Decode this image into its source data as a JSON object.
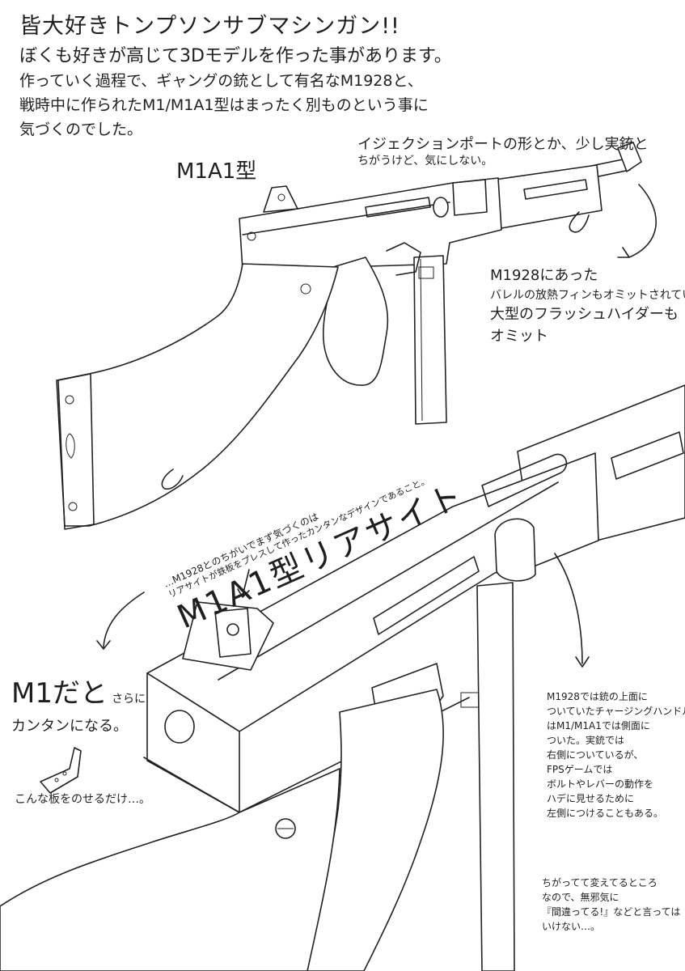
{
  "intro": {
    "line0": "皆大好きトンプソンサブマシンガン!!",
    "line1": "ぼくも好きが高じて3Dモデルを作った事があります。",
    "line2": "作っていく過程で、ギャングの銃として有名なM1928と、",
    "line3": "戦時中に作られたM1/M1A1型はまったく別ものという事に",
    "line4": "気づくのでした。"
  },
  "model_label": "M1A1型",
  "ejection_note": {
    "line0": "イジェクションポートの形とか、少し実銃と",
    "line1": "ちがうけど、気にしない。"
  },
  "barrel_note": {
    "line0": "M1928にあった",
    "line1": "バレルの放熱フィンもオミットされている",
    "line2": "大型のフラッシュハイダーも",
    "line3": "オミット"
  },
  "rear_sight_note": {
    "heading": "M1A1型リアサイト",
    "line0": "…M1928とのちがいでまず気づくのは",
    "line1": "リアサイトが鉄板をプレスして作ったカンタンなデザインであること。"
  },
  "m1_note": {
    "heading": "M1だと",
    "suffix": "さらに",
    "line0": "カンタンになる。",
    "line1": "こんな板をのせるだけ…。"
  },
  "charging_note": {
    "line0": "M1928では銃の上面に",
    "line1": "ついていたチャージングハンドル",
    "line2": "はM1/M1A1では側面に",
    "line3": "ついた。実銃では",
    "line4": "右側についているが、",
    "line5": "FPSゲームでは",
    "line6": "ボルトやレバーの動作を",
    "line7": "ハデに見せるために",
    "line8": "左側につけることもある。"
  },
  "closing_note": {
    "line0": "ちがってて変えてるところ",
    "line1": "なので、無邪気に",
    "line2": "『間違ってる!』などと言っては",
    "line3": "いけない…。"
  }
}
